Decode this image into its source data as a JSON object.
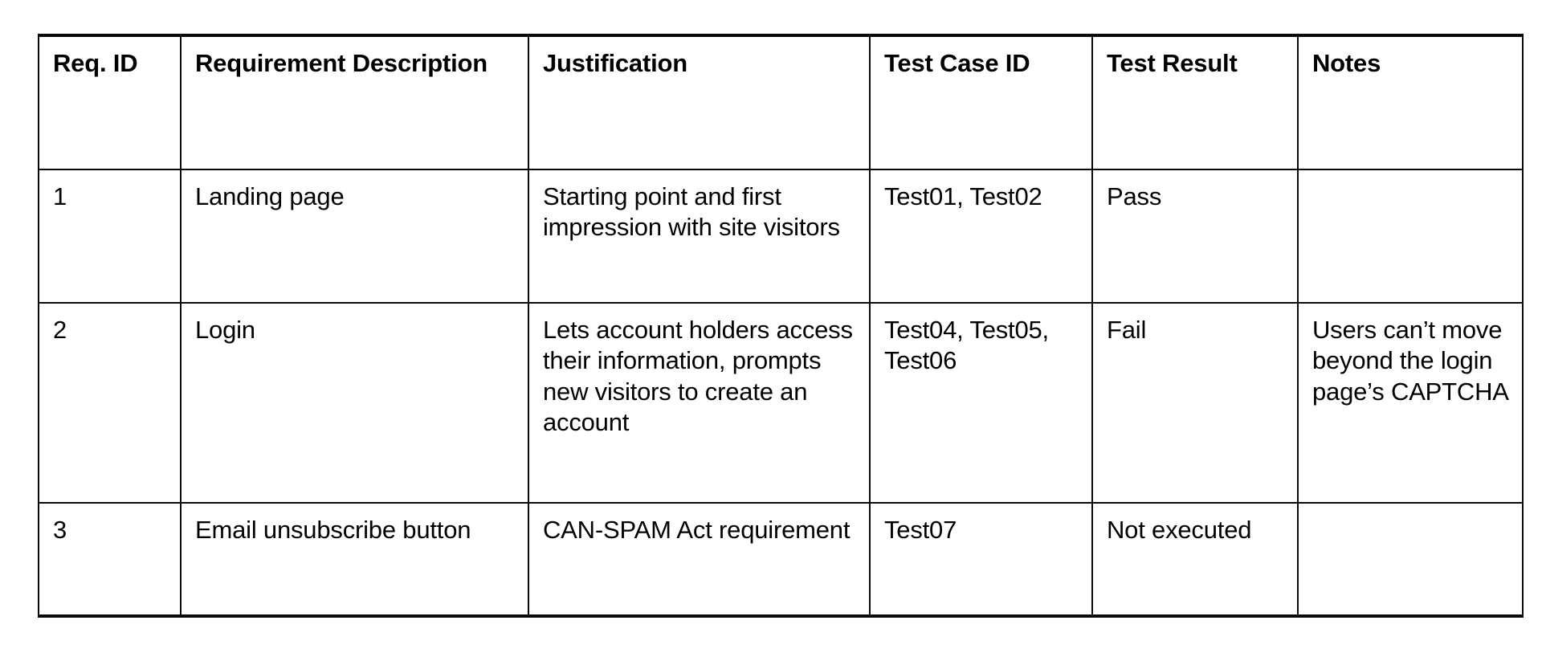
{
  "document": {
    "type": "requirements-traceability-matrix",
    "background_color": "#ffffff",
    "border_color": "#0a0a0a",
    "text_color": "#000000"
  },
  "table": {
    "headers": [
      "Req. ID",
      "Requirement Description",
      "Justification",
      "Test Case ID",
      "Test Result",
      "Notes"
    ],
    "rows": [
      {
        "req_id": "1",
        "requirement_description": "Landing page",
        "justification": "Starting point and first impression with site visitors",
        "test_case_id": "Test01, Test02",
        "test_result": "Pass",
        "notes": ""
      },
      {
        "req_id": "2",
        "requirement_description": "Login",
        "justification": "Lets account holders access their information, prompts new visitors to create an account",
        "test_case_id": "Test04, Test05, Test06",
        "test_result": "Fail",
        "notes": "Users can’t move beyond the login page’s CAPTCHA"
      },
      {
        "req_id": "3",
        "requirement_description": "Email unsubscribe button",
        "justification": "CAN-SPAM Act requirement",
        "test_case_id": "Test07",
        "test_result": "Not executed",
        "notes": ""
      }
    ]
  }
}
